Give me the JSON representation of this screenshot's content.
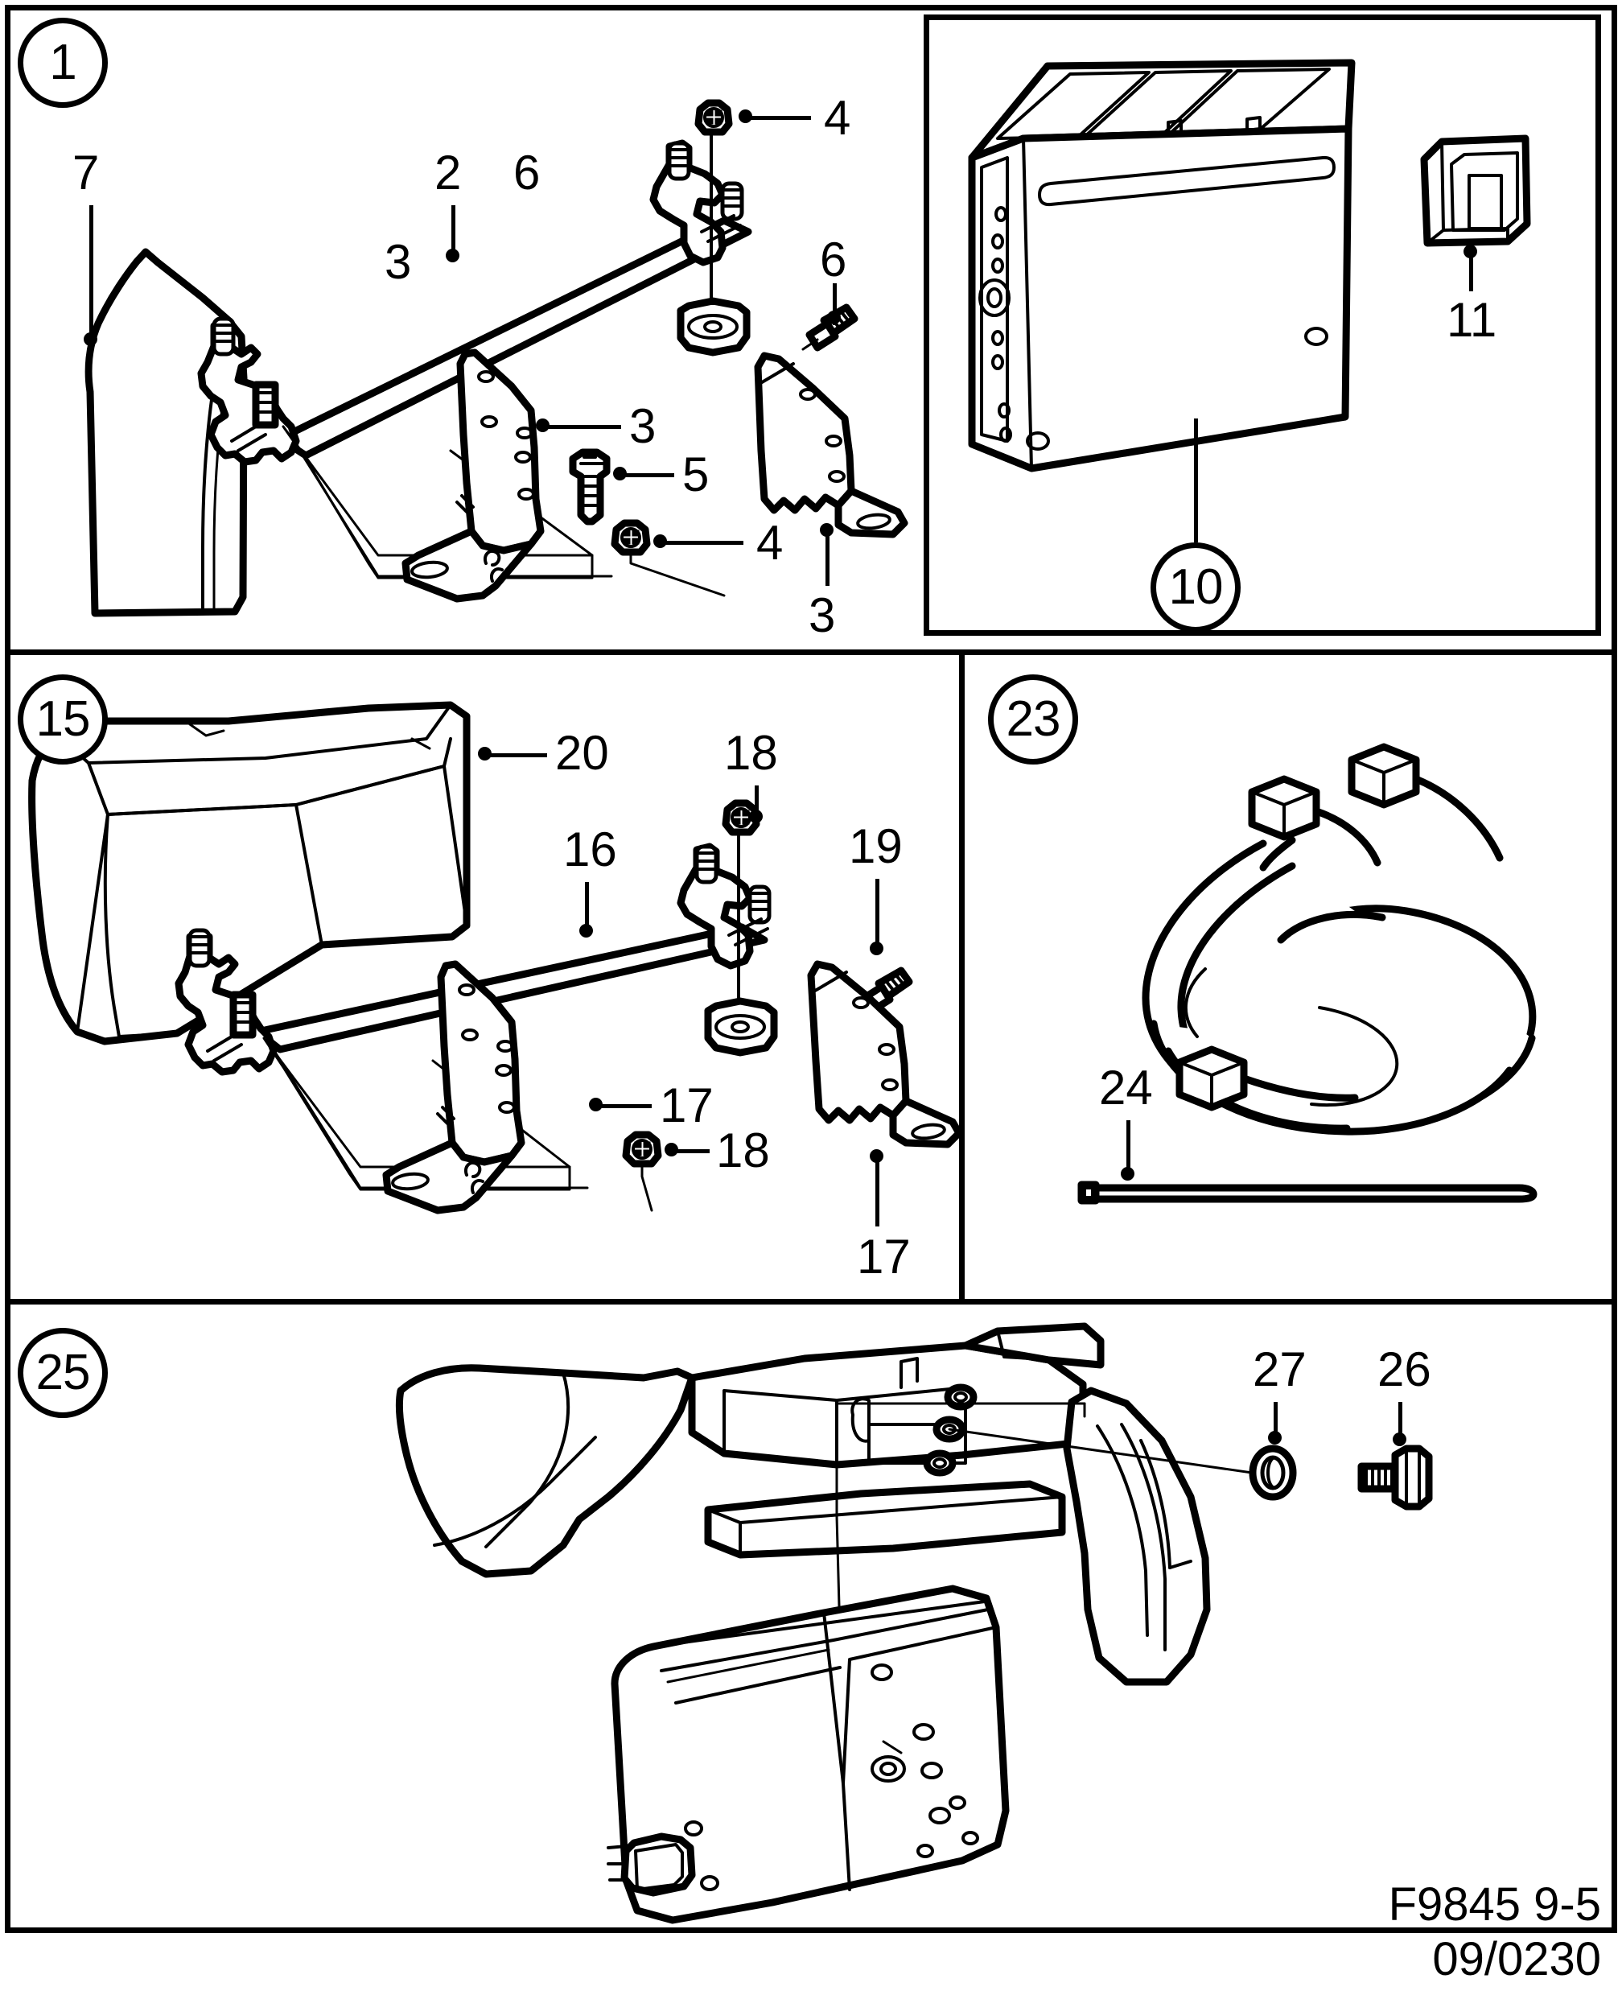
{
  "document": {
    "type": "exploded-parts-diagram",
    "footer_code": "F9845 9-5",
    "footer_date": "09/0230"
  },
  "panels": [
    {
      "id": "p1",
      "callout": "1",
      "note": "bracket / crossbar / trim assembly with amplifier inset"
    },
    {
      "id": "p15",
      "callout": "15",
      "note": "storage bin / crossbar / bracket assembly"
    },
    {
      "id": "p23",
      "callout": "23",
      "note": "wiring harness coil and cable tie"
    },
    {
      "id": "p25",
      "callout": "25",
      "note": "trunk trim panel with mounted unit"
    }
  ],
  "inset": {
    "callout": "10",
    "item_11": "11"
  },
  "labels": {
    "panel1": [
      "2",
      "4",
      "7",
      "6",
      "3",
      "5",
      "4",
      "3"
    ],
    "panel15": [
      "20",
      "18",
      "16",
      "19",
      "17",
      "18",
      "17"
    ],
    "panel23": [
      "24"
    ],
    "panel25": [
      "27",
      "26"
    ]
  },
  "items": [
    {
      "num": "1",
      "panel": "p1",
      "role": "panel-callout"
    },
    {
      "num": "2",
      "panel": "p1",
      "role": "crossbar"
    },
    {
      "num": "3",
      "panel": "p1",
      "role": "mounting-bracket"
    },
    {
      "num": "4",
      "panel": "p1",
      "role": "flange-nut"
    },
    {
      "num": "5",
      "panel": "p1",
      "role": "hex-flange-bolt"
    },
    {
      "num": "6",
      "panel": "p1",
      "role": "tapping-screw"
    },
    {
      "num": "7",
      "panel": "p1",
      "role": "trim-cover"
    },
    {
      "num": "10",
      "panel": "inset",
      "role": "amplifier-unit"
    },
    {
      "num": "11",
      "panel": "inset",
      "role": "connector-cover"
    },
    {
      "num": "15",
      "panel": "p15",
      "role": "panel-callout"
    },
    {
      "num": "16",
      "panel": "p15",
      "role": "crossbar"
    },
    {
      "num": "17",
      "panel": "p15",
      "role": "mounting-bracket"
    },
    {
      "num": "18",
      "panel": "p15",
      "role": "flange-nut"
    },
    {
      "num": "19",
      "panel": "p15",
      "role": "tapping-screw"
    },
    {
      "num": "20",
      "panel": "p15",
      "role": "storage-bin"
    },
    {
      "num": "23",
      "panel": "p23",
      "role": "panel-callout"
    },
    {
      "num": "24",
      "panel": "p23",
      "role": "cable-tie"
    },
    {
      "num": "25",
      "panel": "p25",
      "role": "panel-callout"
    },
    {
      "num": "26",
      "panel": "p25",
      "role": "hex-flange-bolt"
    },
    {
      "num": "27",
      "panel": "p25",
      "role": "washer"
    }
  ],
  "colors": {
    "line": "#000000",
    "fill": "#ffffff"
  }
}
